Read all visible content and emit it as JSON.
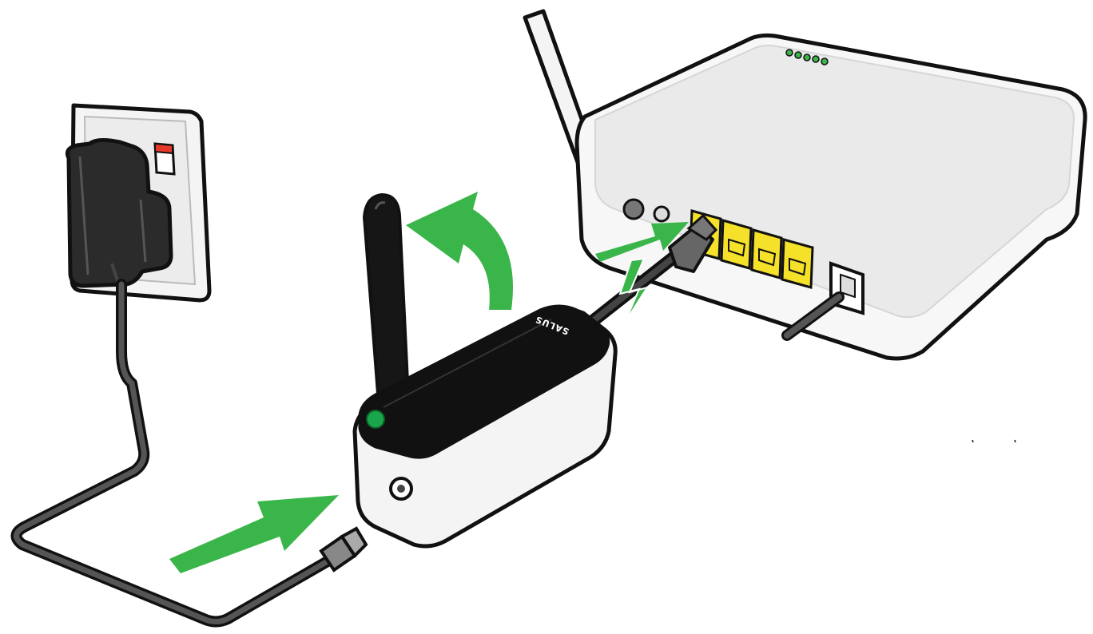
{
  "gateway": {
    "brand_label": "SALUS",
    "led_color": "#1aa64a",
    "body_color": "#f4f4f4",
    "top_color": "#111111"
  },
  "router": {
    "port_color": "#f5e12a",
    "status_led_color": "#3ab54a",
    "status_led_count": 5,
    "lan_port_count": 4
  },
  "arrows": {
    "color": "#3ab54a"
  },
  "icons": [
    "power-adapter-icon",
    "wall-socket-icon",
    "gateway-icon",
    "router-icon",
    "ethernet-cable-icon",
    "signal-bolt-icon",
    "arrow-icon"
  ]
}
